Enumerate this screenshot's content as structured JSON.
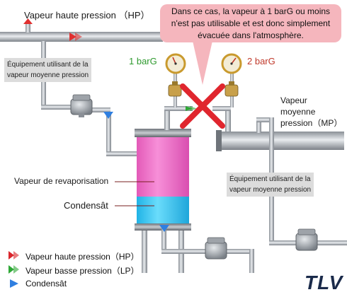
{
  "texts": {
    "hp_title": "Vapeur haute pression （HP）",
    "callout": "Dans ce cas, la vapeur à 1 barG ou moins n'est pas utilisable et est donc simplement évacuée dans l'atmosphère.",
    "equip_left_line1": "Équipement utilisant de la",
    "equip_left_line2": "vapeur moyenne pression",
    "gauge_left": "1 barG",
    "gauge_right": "2 barG",
    "mp_line1": "Vapeur",
    "mp_line2": "moyenne",
    "mp_line3": "pression（MP）",
    "equip_right_line1": "Équipement utilisant de la",
    "equip_right_line2": "vapeur moyenne pression",
    "revap": "Vapeur de revaporisation",
    "condensat": "Condensât",
    "brand": "TLV"
  },
  "legend": [
    {
      "label": "Vapeur haute pression（HP）",
      "color": "#d9262c"
    },
    {
      "label": "Vapeur basse pression（LP）",
      "color": "#2ea836"
    },
    {
      "label": "Condensât",
      "color": "#2f7fe0"
    }
  ],
  "colors": {
    "gauge_left_text": "#2e9a2e",
    "gauge_right_text": "#c0392b",
    "cross": "#e0262e",
    "vapor": "#ef5fc4",
    "condensate": "#33c8f5"
  }
}
